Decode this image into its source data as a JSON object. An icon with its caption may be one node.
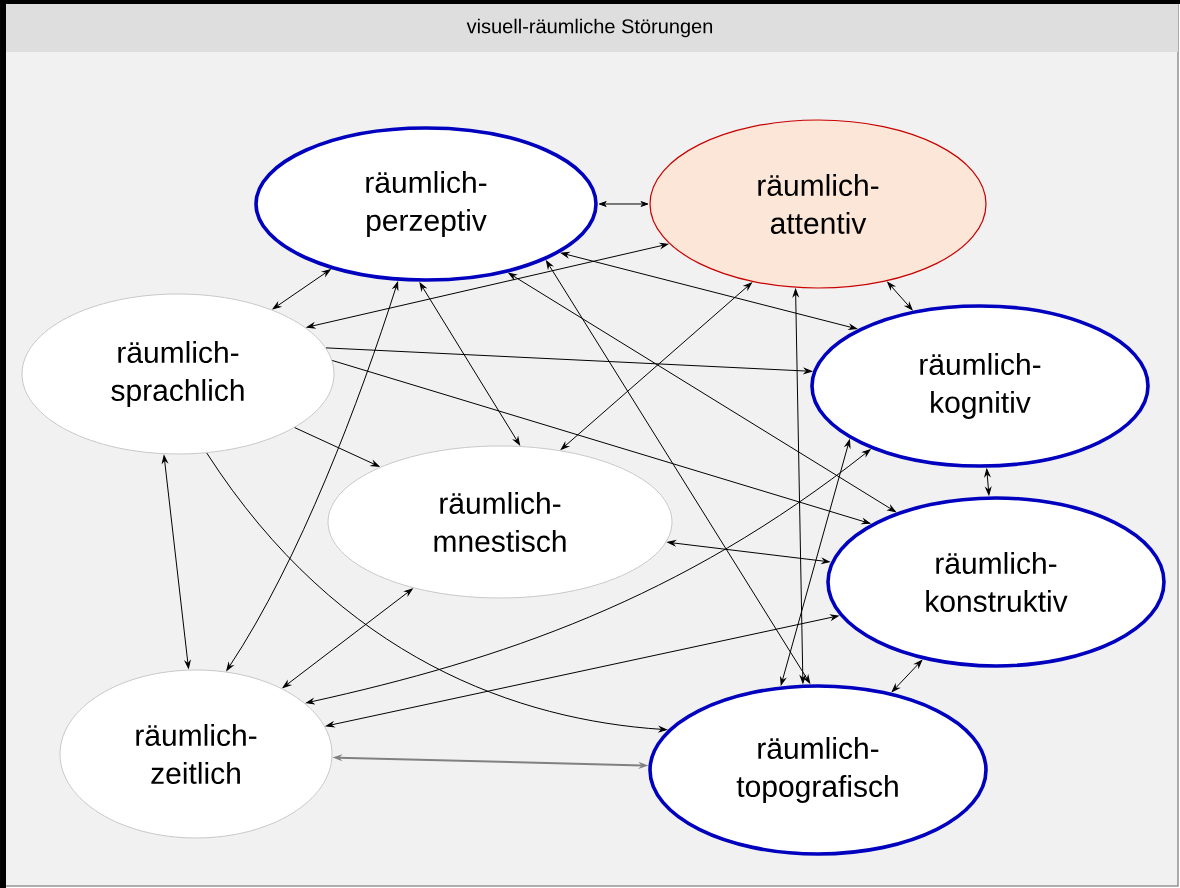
{
  "diagram": {
    "title": "visuell-räumliche Störungen",
    "nodes": [
      {
        "text": [
          "räumlich- perzeptiv"
        ]
      },
      {
        "text": [
          "räumlich- attentiv"
        ]
      },
      {
        "text": [
          "räumlich- sprachlich"
        ]
      },
      {
        "text": [
          "räumlich- kognitiv"
        ]
      },
      {
        "text": [
          "räumlich- mnestisch"
        ]
      },
      {
        "text": [
          "räumlich- konstruktiv"
        ]
      },
      {
        "text": [
          "räumlich- zeitlich"
        ]
      },
      {
        "text": [
          "räumlich- topografisch"
        ]
      }
    ],
    "edges": [
      {
        "from": 0,
        "to": 1,
        "arrow": "both"
      },
      {
        "from": 0,
        "to": 2,
        "arrow": "both"
      },
      {
        "from": 0,
        "to": 6,
        "arrow": "both"
      },
      {
        "from": 0,
        "to": 4,
        "arrow": "both"
      },
      {
        "from": 0,
        "to": 3,
        "arrow": "both"
      },
      {
        "from": 0,
        "to": 5,
        "arrow": "both"
      },
      {
        "from": 0,
        "to": 7,
        "arrow": "both"
      },
      {
        "from": 1,
        "to": 3,
        "arrow": "both"
      },
      {
        "from": 1,
        "to": 2,
        "arrow": "both"
      },
      {
        "from": 1,
        "to": 4,
        "arrow": "both"
      },
      {
        "from": 1,
        "to": 7,
        "arrow": "both"
      },
      {
        "from": 2,
        "to": 4,
        "arrow": "to"
      },
      {
        "from": 2,
        "to": 3,
        "arrow": "to"
      },
      {
        "from": 2,
        "to": 5,
        "arrow": "to"
      },
      {
        "from": 2,
        "to": 7,
        "arrow": "to"
      },
      {
        "from": 2,
        "to": 6,
        "arrow": "both"
      },
      {
        "from": 3,
        "to": 5,
        "arrow": "both"
      },
      {
        "from": 3,
        "to": 6,
        "arrow": "both"
      },
      {
        "from": 3,
        "to": 7,
        "arrow": "both"
      },
      {
        "from": 4,
        "to": 6,
        "arrow": "both"
      },
      {
        "from": 4,
        "to": 5,
        "arrow": "both"
      },
      {
        "from": 5,
        "to": 6,
        "arrow": "both"
      },
      {
        "from": 5,
        "to": 7,
        "arrow": "both"
      },
      {
        "from": 6,
        "to": 7,
        "arrow": "both",
        "color": "#808080"
      }
    ]
  }
}
